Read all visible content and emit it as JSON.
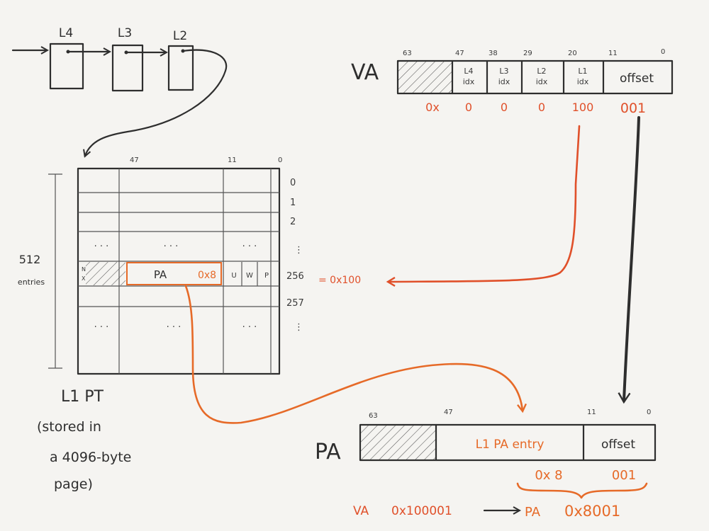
{
  "colors": {
    "ink": "#2e2e2e",
    "red": "#e0502a",
    "orange": "#e66a28",
    "background": "#f5f4f1"
  },
  "levels": {
    "l4": "L4",
    "l3": "L3",
    "l2": "L2"
  },
  "va": {
    "label": "VA",
    "bits": [
      "63",
      "47",
      "38",
      "29",
      "20",
      "11",
      "0"
    ],
    "fields": {
      "l4": [
        "L4",
        "idx"
      ],
      "l3": [
        "L3",
        "idx"
      ],
      "l2": [
        "L2",
        "idx"
      ],
      "l1": [
        "L1",
        "idx"
      ],
      "offset": "offset"
    },
    "values": {
      "prefix": "0x",
      "l4": "0",
      "l3": "0",
      "l2": "0",
      "l1": "100",
      "offset": "001"
    }
  },
  "pt": {
    "bits": [
      "47",
      "11",
      "0"
    ],
    "side_label": [
      "512",
      "entries"
    ],
    "rows": [
      "0",
      "1",
      "2",
      "⋮",
      "256",
      "257",
      "⋮"
    ],
    "dots": "· · ·",
    "entry": {
      "nx": [
        "N",
        "X"
      ],
      "pa": "PA",
      "value": "0x8",
      "flags": [
        "U",
        "W",
        "P"
      ]
    },
    "match": "= 0x100",
    "caption": [
      "L1 PT",
      "(stored in",
      "a 4096-byte",
      "page)"
    ]
  },
  "pa": {
    "label": "PA",
    "bits": [
      "63",
      "47",
      "11",
      "0"
    ],
    "fields": {
      "entry": "L1 PA entry",
      "offset": "offset"
    },
    "values": {
      "entry": "0x 8",
      "offset": "001"
    }
  },
  "summary": {
    "va_label": "VA",
    "va_value": "0x100001",
    "pa_label": "PA",
    "pa_value": "0x8001"
  }
}
